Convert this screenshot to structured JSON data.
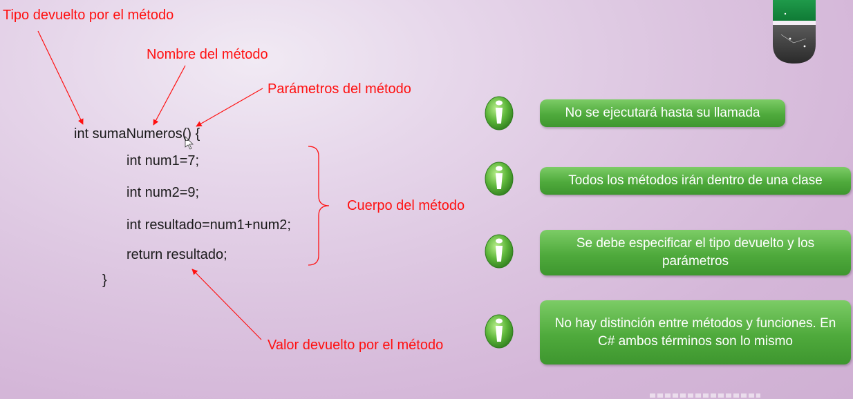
{
  "annotations": {
    "return_type": "Tipo devuelto por el método",
    "method_name": "Nombre del método",
    "parameters": "Parámetros del método",
    "body": "Cuerpo del método",
    "return_value": "Valor devuelto por el método"
  },
  "code": {
    "signature": "int sumaNumeros() {",
    "line1": "int num1=7;",
    "line2": "int num2=9;",
    "line3": "int resultado=num1+num2;",
    "line4": "return resultado;",
    "closing": "}"
  },
  "points": [
    {
      "text": "No se ejecutará hasta su llamada"
    },
    {
      "text": "Todos los métodos irán dentro de una clase"
    },
    {
      "text": "Se debe especificar el tipo devuelto y los parámetros"
    },
    {
      "text": "No hay distinción entre métodos y funciones. En C# ambos términos son lo mismo"
    }
  ],
  "colors": {
    "annotation": "#ff1010",
    "box_green": "#4faa3c",
    "background": "#dcc5e0"
  },
  "icons": {
    "bullet": "green-circle-i-icon",
    "logo": "pill-logo-icon"
  }
}
